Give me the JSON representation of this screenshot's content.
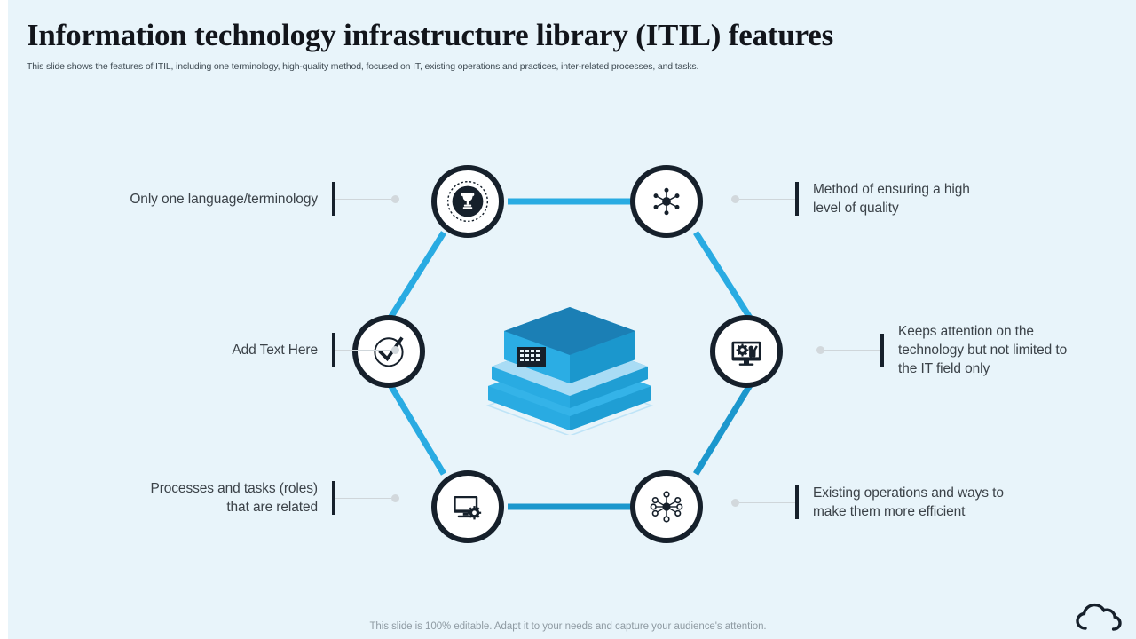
{
  "header": {
    "title": "Information technology infrastructure library (ITIL) features",
    "subtitle": "This slide shows the features of ITIL,  including one terminology, high-quality method, focused on IT,  existing operations and practices, inter-related processes, and tasks."
  },
  "colors": {
    "background": "#e8f4fa",
    "connector": "#29abe2",
    "connector_dark": "#1b97cd",
    "node_ring": "#16202b",
    "stack_top": "#1b7fb5",
    "stack_side": "#29abe2",
    "stack_mid": "#a9dcf5",
    "text": "#3b4248",
    "title": "#12151b",
    "lead_line": "#cfd6da"
  },
  "diagram": {
    "type": "hexagon-cycle",
    "nodes": [
      {
        "id": "top-left",
        "icon": "trophy-badge-icon",
        "side": "left",
        "label": "Only one language/terminology"
      },
      {
        "id": "top-right",
        "icon": "network-hub-icon",
        "side": "right",
        "label": "Method of ensuring a high level of quality"
      },
      {
        "id": "middle-right",
        "icon": "monitor-gear-wrench-icon",
        "side": "right",
        "label": "Keeps attention on the technology but not limited to the IT field only"
      },
      {
        "id": "bottom-right",
        "icon": "network-nodes-icon",
        "side": "right",
        "label": "Existing operations and ways to make them more efficient"
      },
      {
        "id": "bottom-left",
        "icon": "monitor-settings-icon",
        "side": "left",
        "label": "Processes and tasks (roles) that are related"
      },
      {
        "id": "middle-left",
        "icon": "check-circle-icon",
        "side": "left",
        "label": "Add Text Here"
      }
    ],
    "center": {
      "icon": "isometric-server-stack-graphic"
    }
  },
  "callouts": {
    "left": [
      {
        "lines": [
          "Only one language/terminology"
        ]
      },
      {
        "lines": [
          "Add Text Here"
        ]
      },
      {
        "lines": [
          "Processes and tasks (roles)",
          "that are related"
        ]
      }
    ],
    "right": [
      {
        "lines": [
          "Method of ensuring a high",
          "level of quality"
        ]
      },
      {
        "lines": [
          "Keeps attention on the",
          "technology but not limited to",
          "the IT field only"
        ]
      },
      {
        "lines": [
          "Existing operations and ways to",
          "make them more efficient"
        ]
      }
    ]
  },
  "footer": {
    "note": "This slide is 100% editable. Adapt it to your needs and capture your audience's attention.",
    "logo": "cloud-logo"
  }
}
